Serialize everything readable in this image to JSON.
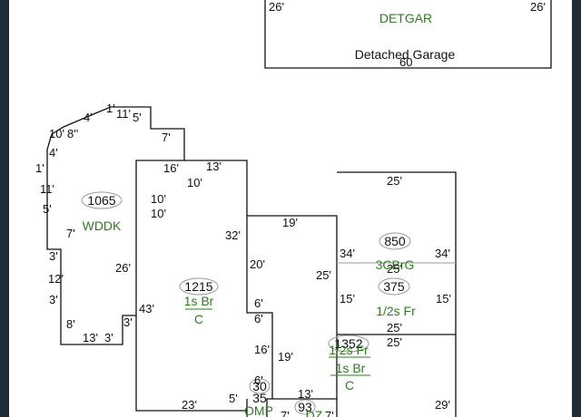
{
  "colors": {
    "wall": "#111111",
    "code": "#2e7d1f",
    "window_edge": "#1f2d38"
  },
  "garage": {
    "left_dim": "26'",
    "right_dim": "26'",
    "code": "DETGAR",
    "description": "Detached Garage",
    "bottom_dim": "60"
  },
  "wddk": {
    "area": "1065",
    "code": "WDDK",
    "dims": [
      "4'",
      "1'",
      "11'",
      "5'",
      "10'",
      "8''",
      "7'",
      "4'",
      "16'",
      "1'",
      "11'",
      "10'",
      "10'",
      "5'",
      "7'",
      "3'",
      "12'",
      "26'",
      "3'",
      "3'",
      "8'",
      "13'",
      "3'"
    ]
  },
  "main": {
    "area": "1215",
    "code1": "1s Br",
    "code2": "C",
    "dims": [
      "13'",
      "10'",
      "32'",
      "43'",
      "6'",
      "6'",
      "16'",
      "19'",
      "23'",
      "5'"
    ]
  },
  "mid": {
    "dims": [
      "19'",
      "20'",
      "25'"
    ]
  },
  "upper": {
    "area1": "850",
    "code1": "3CBrG",
    "area2": "375",
    "code2": "1/2s Fr",
    "dims": [
      "25'",
      "34'",
      "34'",
      "25'",
      "15'",
      "15'",
      "25'"
    ]
  },
  "lower": {
    "area": "1352",
    "code1": "1/2s Fr",
    "code2": "1s Br",
    "code3": "C",
    "dims": [
      "25'",
      "29'"
    ]
  },
  "porch": {
    "dims": [
      "6'",
      "30",
      "35",
      "13'",
      "93",
      "7'",
      "7'"
    ],
    "code": "OMP",
    "code2": "DZ"
  }
}
